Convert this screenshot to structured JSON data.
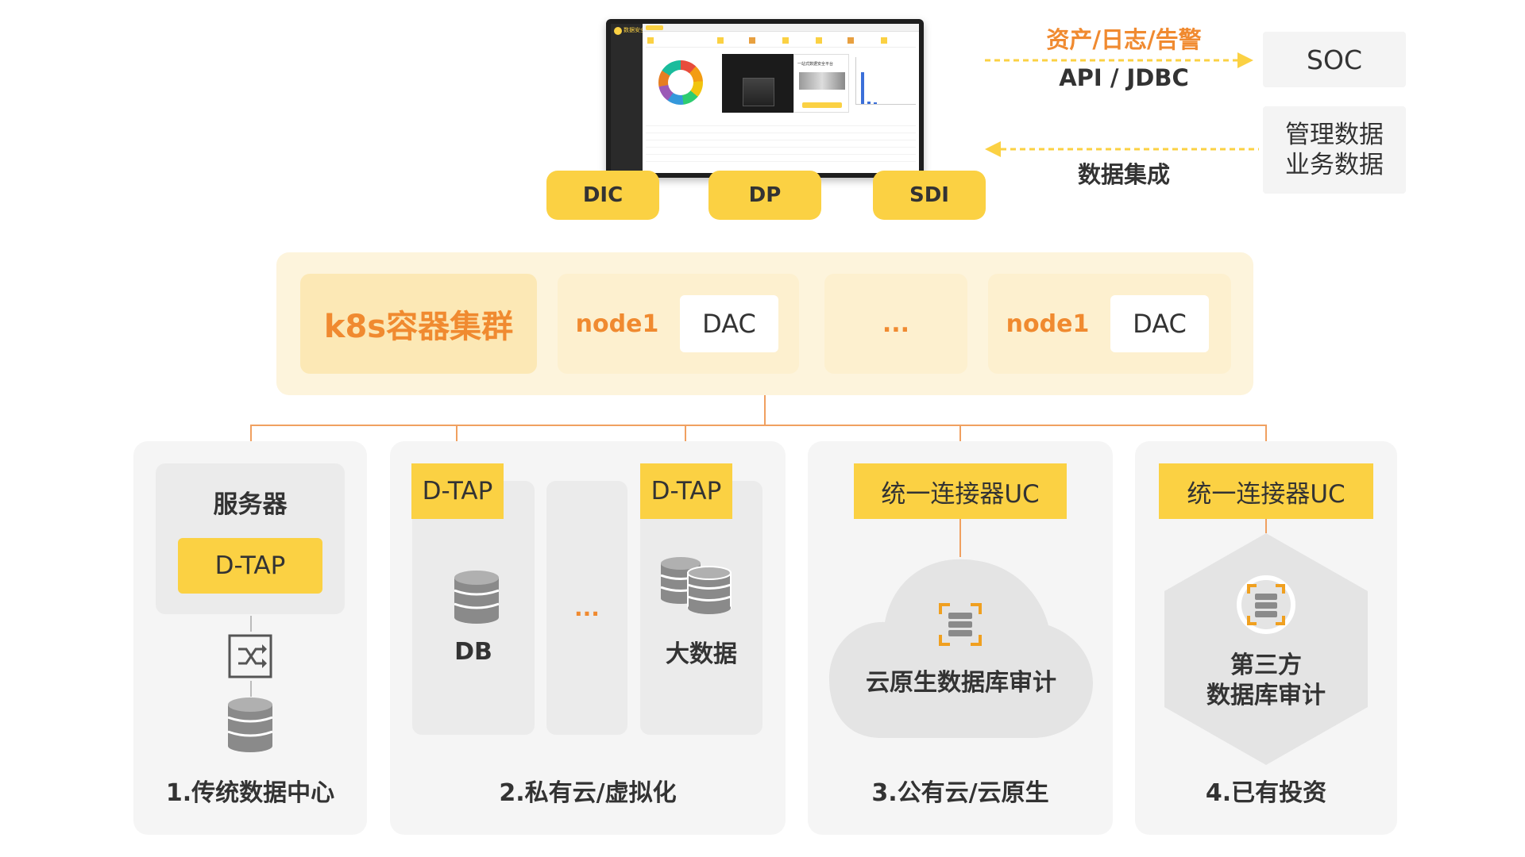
{
  "top": {
    "dashboard": {
      "title": "数据安全",
      "popup_title": "一站式数据安全平台"
    },
    "pills": {
      "dic": "DIC",
      "dp": "DP",
      "sdi": "SDI"
    },
    "arrow_out": {
      "top_label": "资产/日志/告警",
      "bottom_label": "API / JDBC"
    },
    "soc": "SOC",
    "mgmt": {
      "line1": "管理数据",
      "line2": "业务数据"
    },
    "arrow_in_label": "数据集成"
  },
  "k8s": {
    "title": "k8s容器集群",
    "node_a": {
      "name": "node1",
      "dac": "DAC"
    },
    "ellipsis": "...",
    "node_b": {
      "name": "node1",
      "dac": "DAC"
    }
  },
  "sections": {
    "s1": {
      "server": "服务器",
      "dtap": "D-TAP",
      "caption": "1.传统数据中心"
    },
    "s2": {
      "dtap_left": "D-TAP",
      "dtap_right": "D-TAP",
      "db": "DB",
      "ellipsis": "...",
      "bigdata": "大数据",
      "caption": "2.私有云/虚拟化"
    },
    "s3": {
      "uc": "统一连接器UC",
      "cloud_label": "云原生数据库审计",
      "caption": "3.公有云/云原生"
    },
    "s4": {
      "uc": "统一连接器UC",
      "line1": "第三方",
      "line2": "数据库审计",
      "caption": "4.已有投资"
    }
  },
  "colors": {
    "accent_yellow": "#fbd143",
    "accent_orange": "#f08a30",
    "panel_gray": "#f5f5f5",
    "k8s_bg": "#fdf4dc"
  }
}
